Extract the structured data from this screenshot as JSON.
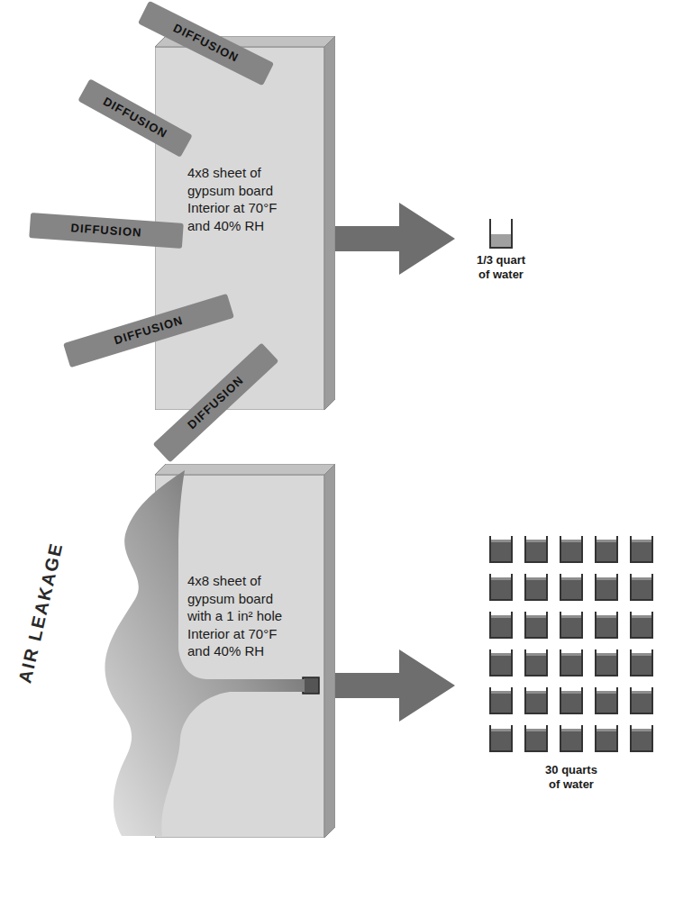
{
  "diagram": {
    "nodes": [
      {
        "text": [
          "4x8 sheet of gypsum board",
          "Interior at 70°F and 40% RH"
        ]
      },
      {
        "text": [
          "DIFFUSION"
        ]
      },
      {
        "text": [
          "DIFFUSION"
        ]
      },
      {
        "text": [
          "DIFFUSION"
        ]
      },
      {
        "text": [
          "DIFFUSION"
        ]
      },
      {
        "text": [
          "DIFFUSION"
        ]
      },
      {
        "text": [
          "1/3 quart of water"
        ]
      },
      {
        "text": [
          "AIR LEAKAGE"
        ]
      },
      {
        "text": [
          "4x8 sheet of gypsum board with a 1 in² hole",
          "Interior at 70°F and 40% RH"
        ]
      },
      {
        "text": [
          "30 quarts of water"
        ]
      }
    ],
    "edges": [
      {
        "from": 0,
        "to": 6,
        "arrow": "to"
      },
      {
        "from": 8,
        "to": 9,
        "arrow": "to"
      }
    ]
  }
}
